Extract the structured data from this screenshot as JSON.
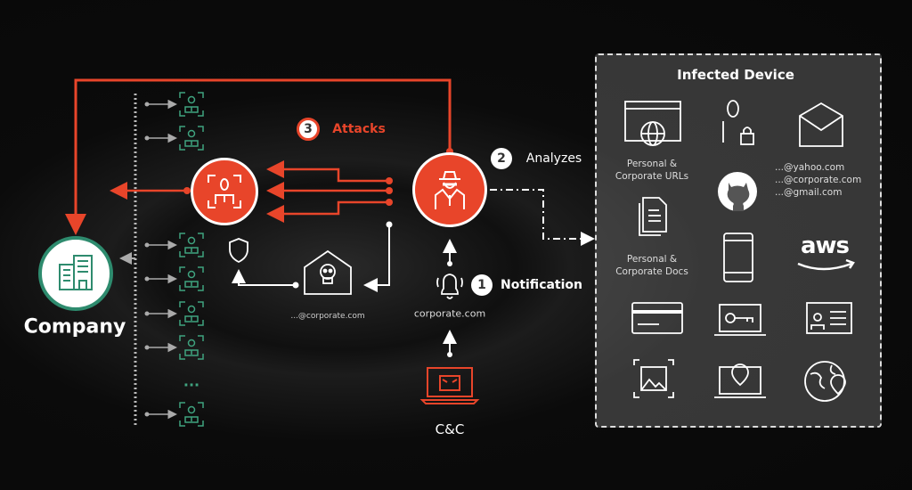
{
  "company": {
    "label": "Company"
  },
  "steps": [
    {
      "number": "1",
      "label": "Notification"
    },
    {
      "number": "2",
      "label": "Analyzes"
    },
    {
      "number": "3",
      "label": "Attacks"
    }
  ],
  "phishing_email": "...@corporate.com",
  "notification_domain": "corporate.com",
  "cnc": {
    "label": "C&C"
  },
  "employees_more": "...",
  "infected_device": {
    "title": "Infected Device",
    "urls_label_1": "Personal &",
    "urls_label_2": "Corporate URLs",
    "docs_label_1": "Personal &",
    "docs_label_2": "Corporate Docs",
    "emails": [
      "...@yahoo.com",
      "...@corporate.com",
      "...@gmail.com"
    ],
    "aws_logo": "aws"
  },
  "colors": {
    "accent": "#e8452a",
    "company": "#2e8b6e",
    "employee": "#3fa37f"
  }
}
